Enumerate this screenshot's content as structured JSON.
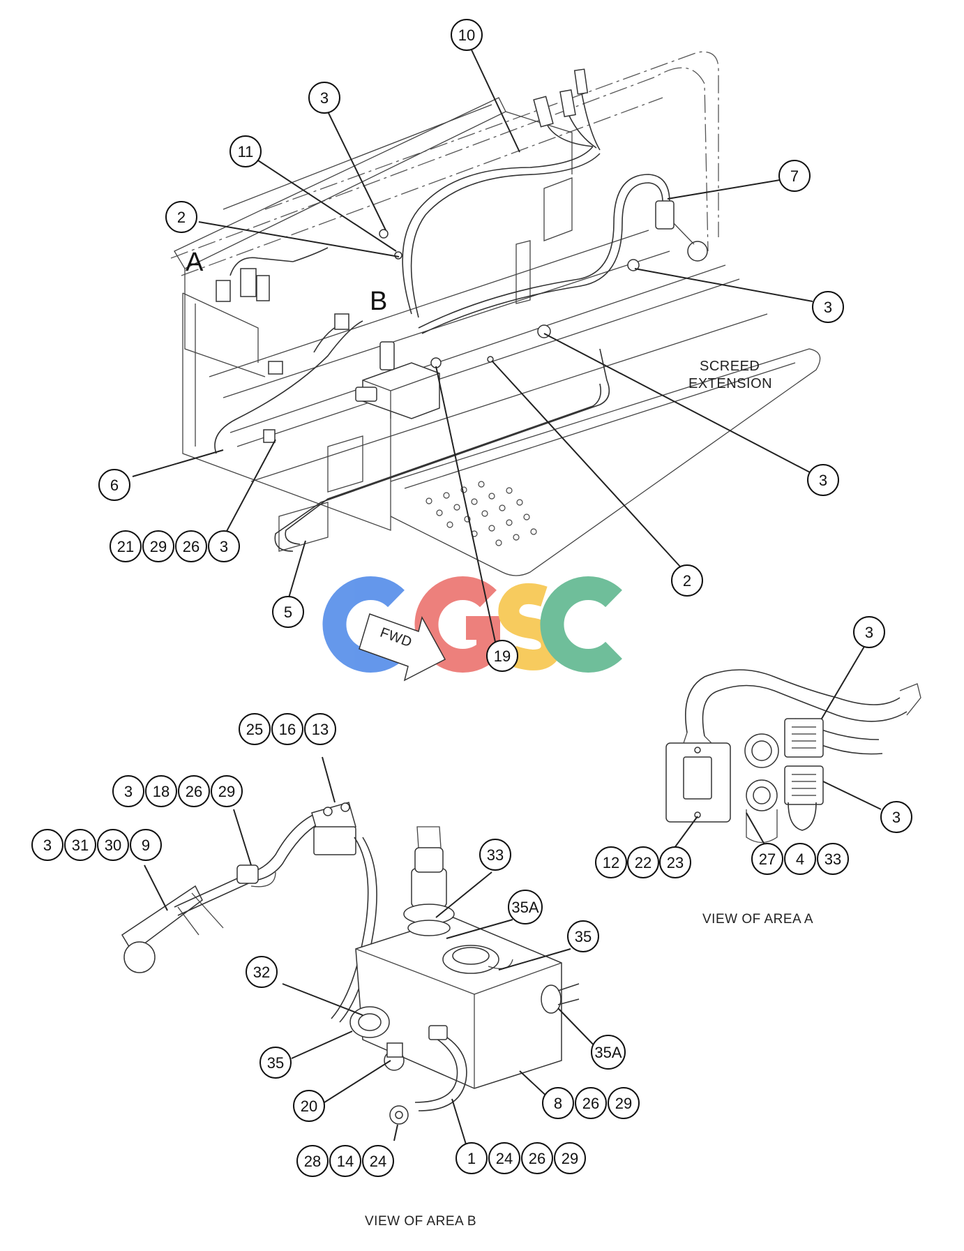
{
  "diagram": {
    "area_letters": {
      "a": "A",
      "b": "B"
    },
    "labels": {
      "screed_1": "SCREED",
      "screed_2": "EXTENSION",
      "fwd": "FWD",
      "view_a": "VIEW OF AREA  A",
      "view_b": "VIEW OF AREA  B"
    },
    "watermark": {
      "text": "CGSC",
      "colors": [
        "#4a86e8",
        "#ea6b66",
        "#f6c342",
        "#57b389"
      ]
    },
    "callouts": {
      "c10": "10",
      "c3a": "3",
      "c11": "11",
      "c2a": "2",
      "c7": "7",
      "c3b": "3",
      "c3c": "3",
      "c6": "6",
      "c21": "21",
      "c29a": "29",
      "c26a": "26",
      "c3d": "3",
      "c2b": "2",
      "c5": "5",
      "c19": "19",
      "c3e": "3",
      "c3f": "3",
      "c12": "12",
      "c22": "22",
      "c23": "23",
      "c27": "27",
      "c4": "4",
      "c33a": "33",
      "c25": "25",
      "c16": "16",
      "c13": "13",
      "c3g": "3",
      "c18": "18",
      "c26b": "26",
      "c29b": "29",
      "c3h": "3",
      "c31": "31",
      "c30": "30",
      "c9": "9",
      "c33b": "33",
      "c35a1": "35A",
      "c35a": "35",
      "c32": "32",
      "c35b": "35",
      "c35a2": "35A",
      "c20": "20",
      "c8": "8",
      "c26c": "26",
      "c29c": "29",
      "c28": "28",
      "c14": "14",
      "c24a": "24",
      "c1": "1",
      "c24b": "24",
      "c26d": "26",
      "c29d": "29"
    }
  }
}
